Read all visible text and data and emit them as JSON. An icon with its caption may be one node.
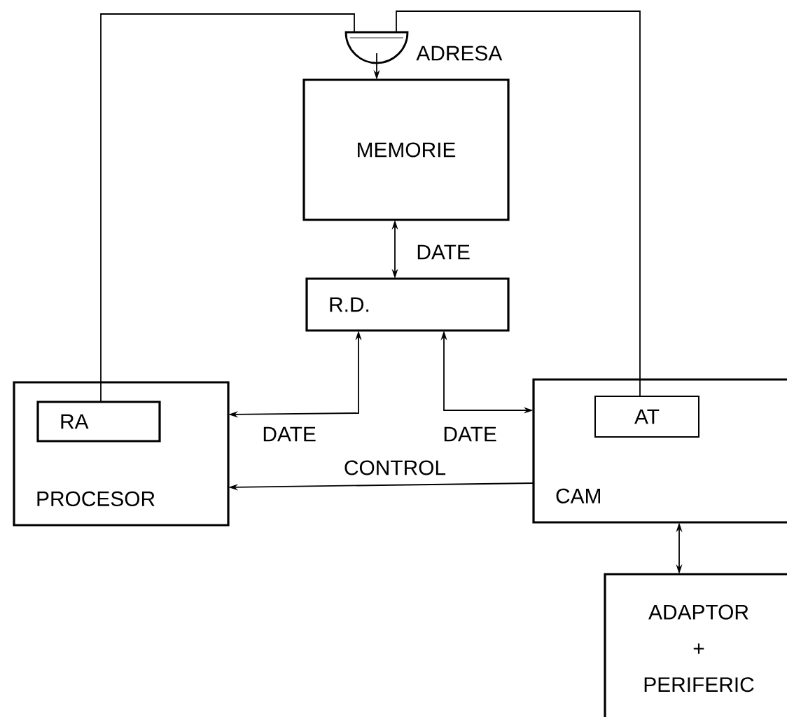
{
  "diagram": {
    "nodes": [
      {
        "text": [],
        "shape": "semicircle"
      },
      {
        "text": [
          "MEMORIE"
        ]
      },
      {
        "text": [
          "R.D."
        ]
      },
      {
        "text": [
          "PROCESOR"
        ]
      },
      {
        "text": [
          "RA"
        ],
        "in": 3
      },
      {
        "text": [
          "CAM"
        ]
      },
      {
        "text": [
          "AT"
        ],
        "in": 5
      },
      {
        "text": [
          "ADAPTOR + PERIFERIC"
        ]
      }
    ],
    "edges": [
      {
        "from": 4,
        "to": 0,
        "arrow": "none"
      },
      {
        "from": 6,
        "to": 0,
        "arrow": "none"
      },
      {
        "from": 0,
        "to": 1,
        "arrow": "to",
        "label": "ADRESA"
      },
      {
        "from": 1,
        "to": 2,
        "arrow": "both",
        "label": "DATE"
      },
      {
        "from": 2,
        "to": 3,
        "arrow": "both",
        "label": "DATE"
      },
      {
        "from": 2,
        "to": 5,
        "arrow": "both",
        "label": "DATE"
      },
      {
        "from": 5,
        "to": 3,
        "arrow": "to",
        "label": "CONTROL"
      },
      {
        "from": 5,
        "to": 7,
        "arrow": "both"
      }
    ]
  }
}
